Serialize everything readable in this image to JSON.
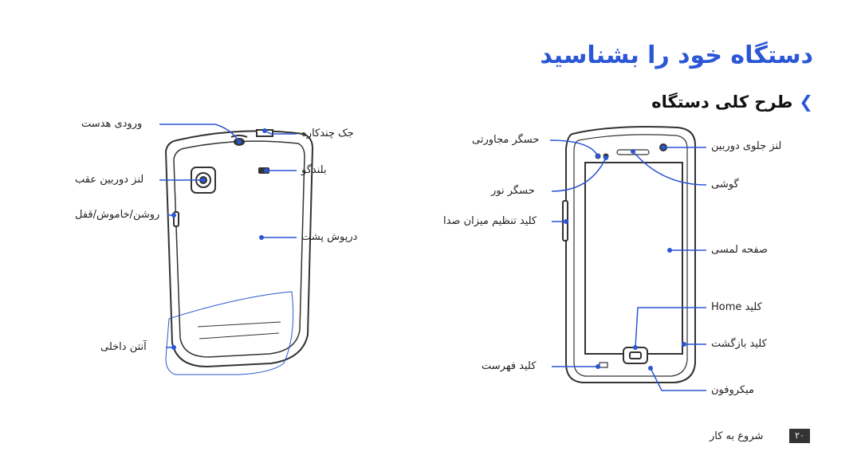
{
  "header": {
    "title": "دستگاه خود را بشناسید",
    "subtitle": "طرح کلی دستگاه",
    "chevron": "❯"
  },
  "front_labels": {
    "light_sensor": "حسگر مجاورتی",
    "proximity_sensor": "حسگر نور",
    "volume_key": "کلید تنظیم میزان صدا",
    "front_camera": "لنز جلوی دوربین",
    "earpiece": "گوشی",
    "touch_screen": "صفحه لمسی",
    "home_key": "کلید Home",
    "back_key": "کلید بازگشت",
    "menu_key": "کلید فهرست",
    "microphone": "میکروفون"
  },
  "back_labels": {
    "headset_jack": "ورودی هدست",
    "charger_jack": "جک چندکاره",
    "rear_camera": "لنز دوربین عقب",
    "speaker": "بلندگو",
    "power_key": "روشن/خاموش/قفل",
    "back_cover": "درپوش پشت",
    "internal_antenna": "آنتن داخلی"
  },
  "footer": {
    "section": "شروع به کار",
    "page_number": "۲۰"
  },
  "colors": {
    "accent": "#2b57d6",
    "line": "#2b57d6"
  }
}
